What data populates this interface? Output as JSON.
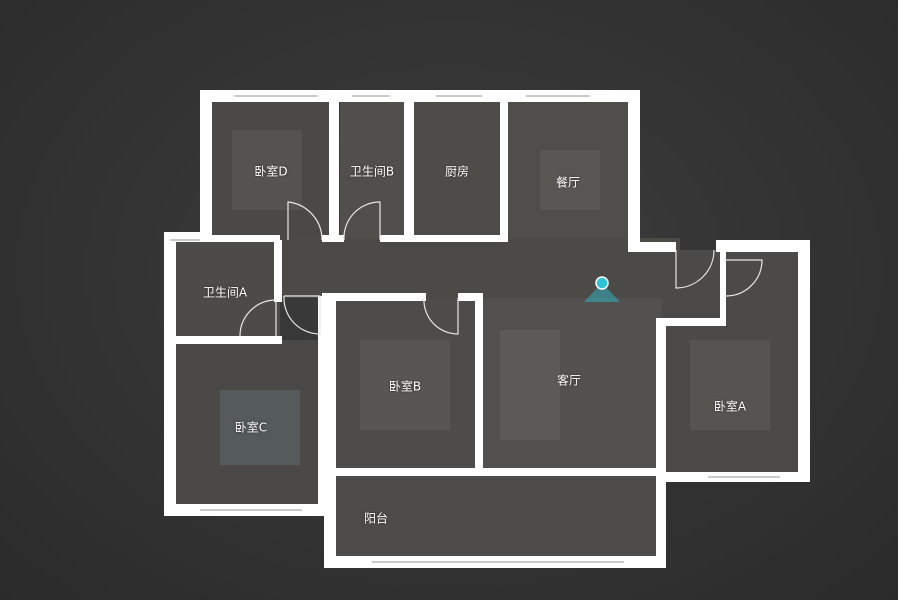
{
  "floorplan": {
    "rooms": [
      {
        "id": "bedroom-d",
        "label": "卧室D"
      },
      {
        "id": "bathroom-b",
        "label": "卫生间B"
      },
      {
        "id": "kitchen",
        "label": "厨房"
      },
      {
        "id": "dining",
        "label": "餐厅"
      },
      {
        "id": "bathroom-a",
        "label": "卫生间A"
      },
      {
        "id": "bedroom-c",
        "label": "卧室C"
      },
      {
        "id": "bedroom-b",
        "label": "卧室B"
      },
      {
        "id": "living",
        "label": "客厅"
      },
      {
        "id": "bedroom-a",
        "label": "卧室A"
      },
      {
        "id": "balcony",
        "label": "阳台"
      }
    ],
    "colors": {
      "wall": "#ffffff",
      "background": "#353535",
      "marker": "#2ec4d6",
      "label": "#ffffff"
    },
    "viewer_marker_icon": "location-pin-icon"
  }
}
